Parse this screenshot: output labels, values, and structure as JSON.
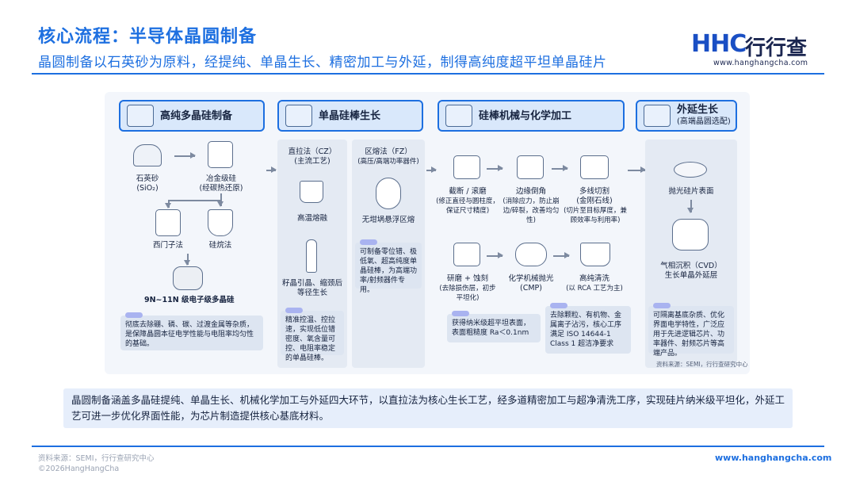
{
  "header": {
    "title": "核心流程：半导体晶圆制备",
    "subtitle": "晶圆制备以石英砂为原料，经提纯、单晶生长、精密加工与外延，制得高纯度超平坦单晶硅片"
  },
  "logo": {
    "mark": "HHC",
    "name": "行行查",
    "url": "www.hanghangcha.com"
  },
  "stages": [
    {
      "title": "高纯多晶硅制备"
    },
    {
      "title": "单晶硅棒生长"
    },
    {
      "title": "硅棒机械与化学加工"
    },
    {
      "title": "外延生长",
      "sub": "(高端晶圆选配)"
    }
  ],
  "stage1": {
    "quartz": "石英砂",
    "quartz_formula": "(SiO₂)",
    "mg_si": "冶金级硅",
    "mg_si_note": "(经碳热还原)",
    "siemens": "西门子法",
    "silane": "硅烷法",
    "poly": "9N~11N 级电子级多晶硅",
    "note": "彻底去除硼、磷、碳、过渡金属等杂质，是保障晶圆本征电学性能与电阻率均匀性的基础。"
  },
  "stage2": {
    "cz": "直拉法（CZ）",
    "cz_sub": "(主流工艺)",
    "melt": "高温熔融",
    "seed": "籽晶引晶、缩颈后",
    "seed2": "等径生长",
    "fz": "区熔法（FZ）",
    "fz_sub": "(高压/高端功率器件)",
    "fz_zone": "无坩埚悬浮区熔",
    "cz_note": "精准控温、控拉速，实现低位错密度、氧含量可控、电阻率稳定的单晶硅棒。",
    "fz_note": "可制备零位错、极低氧、超高纯度单晶硅棒，为高端功率/射频器件专用。"
  },
  "stage3": {
    "cut": "截断 / 滚磨",
    "cut_note": "(修正直径与圆柱度，保证尺寸精度)",
    "edge": "边缘倒角",
    "edge_note": "(消除应力，防止崩边/碎裂，改善均匀性)",
    "saw": "多线切割",
    "saw_sub": "(金刚石线)",
    "saw_note": "(切片至目标厚度，兼顾效率与利用率)",
    "grind": "研磨 + 蚀刻",
    "grind_note": "(去除损伤层，初步平坦化)",
    "cmp": "化学机械抛光",
    "cmp_sub": "(CMP)",
    "clean": "高纯清洗",
    "clean_note": "(以 RCA 工艺为主)",
    "cmp_note": "获得纳米级超平坦表面，表面粗糙度 Ra＜0.1nm",
    "clean_box": "去除颗粒、有机物、金属离子沾污，核心工序满足 ISO 14644-1 Class 1 超洁净要求"
  },
  "stage4": {
    "polished": "抛光硅片表面",
    "cvd": "气相沉积（CVD）",
    "cvd2": "生长单晶外延层",
    "note": "可隔离基底杂质、优化界面电学特性，广泛应用于先进逻辑芯片、功率器件、射频芯片等高端产品。"
  },
  "diagram_source": "资料来源：SEMI，行行查研究中心",
  "summary": "晶圆制备涵盖多晶硅提纯、单晶生长、机械化学加工与外延四大环节，以直拉法为核心生长工艺，经多道精密加工与超净清洗工序，实现硅片纳米级平坦化，外延工艺可进一步优化界面性能，为芯片制造提供核心基底材料。",
  "footer": {
    "source": "资料来源：SEMI，行行查研究中心",
    "copyright": "©2026HangHangCha",
    "url": "www.hanghangcha.com"
  },
  "colors": {
    "accent": "#1d6fe0",
    "stage_fill": "#d9e8fb",
    "note_bar": "#a9b3f0"
  },
  "icons": [
    "quartz-icon",
    "furnace-icon",
    "flask-icon",
    "crucible-icon",
    "ingot-icon",
    "fz-coil-icon",
    "saw-blade-icon",
    "chamfer-icon",
    "wire-saw-icon",
    "grind-icon",
    "cmp-pad-icon",
    "clean-tank-icon",
    "wafer-icon",
    "cvd-chamber-icon"
  ]
}
